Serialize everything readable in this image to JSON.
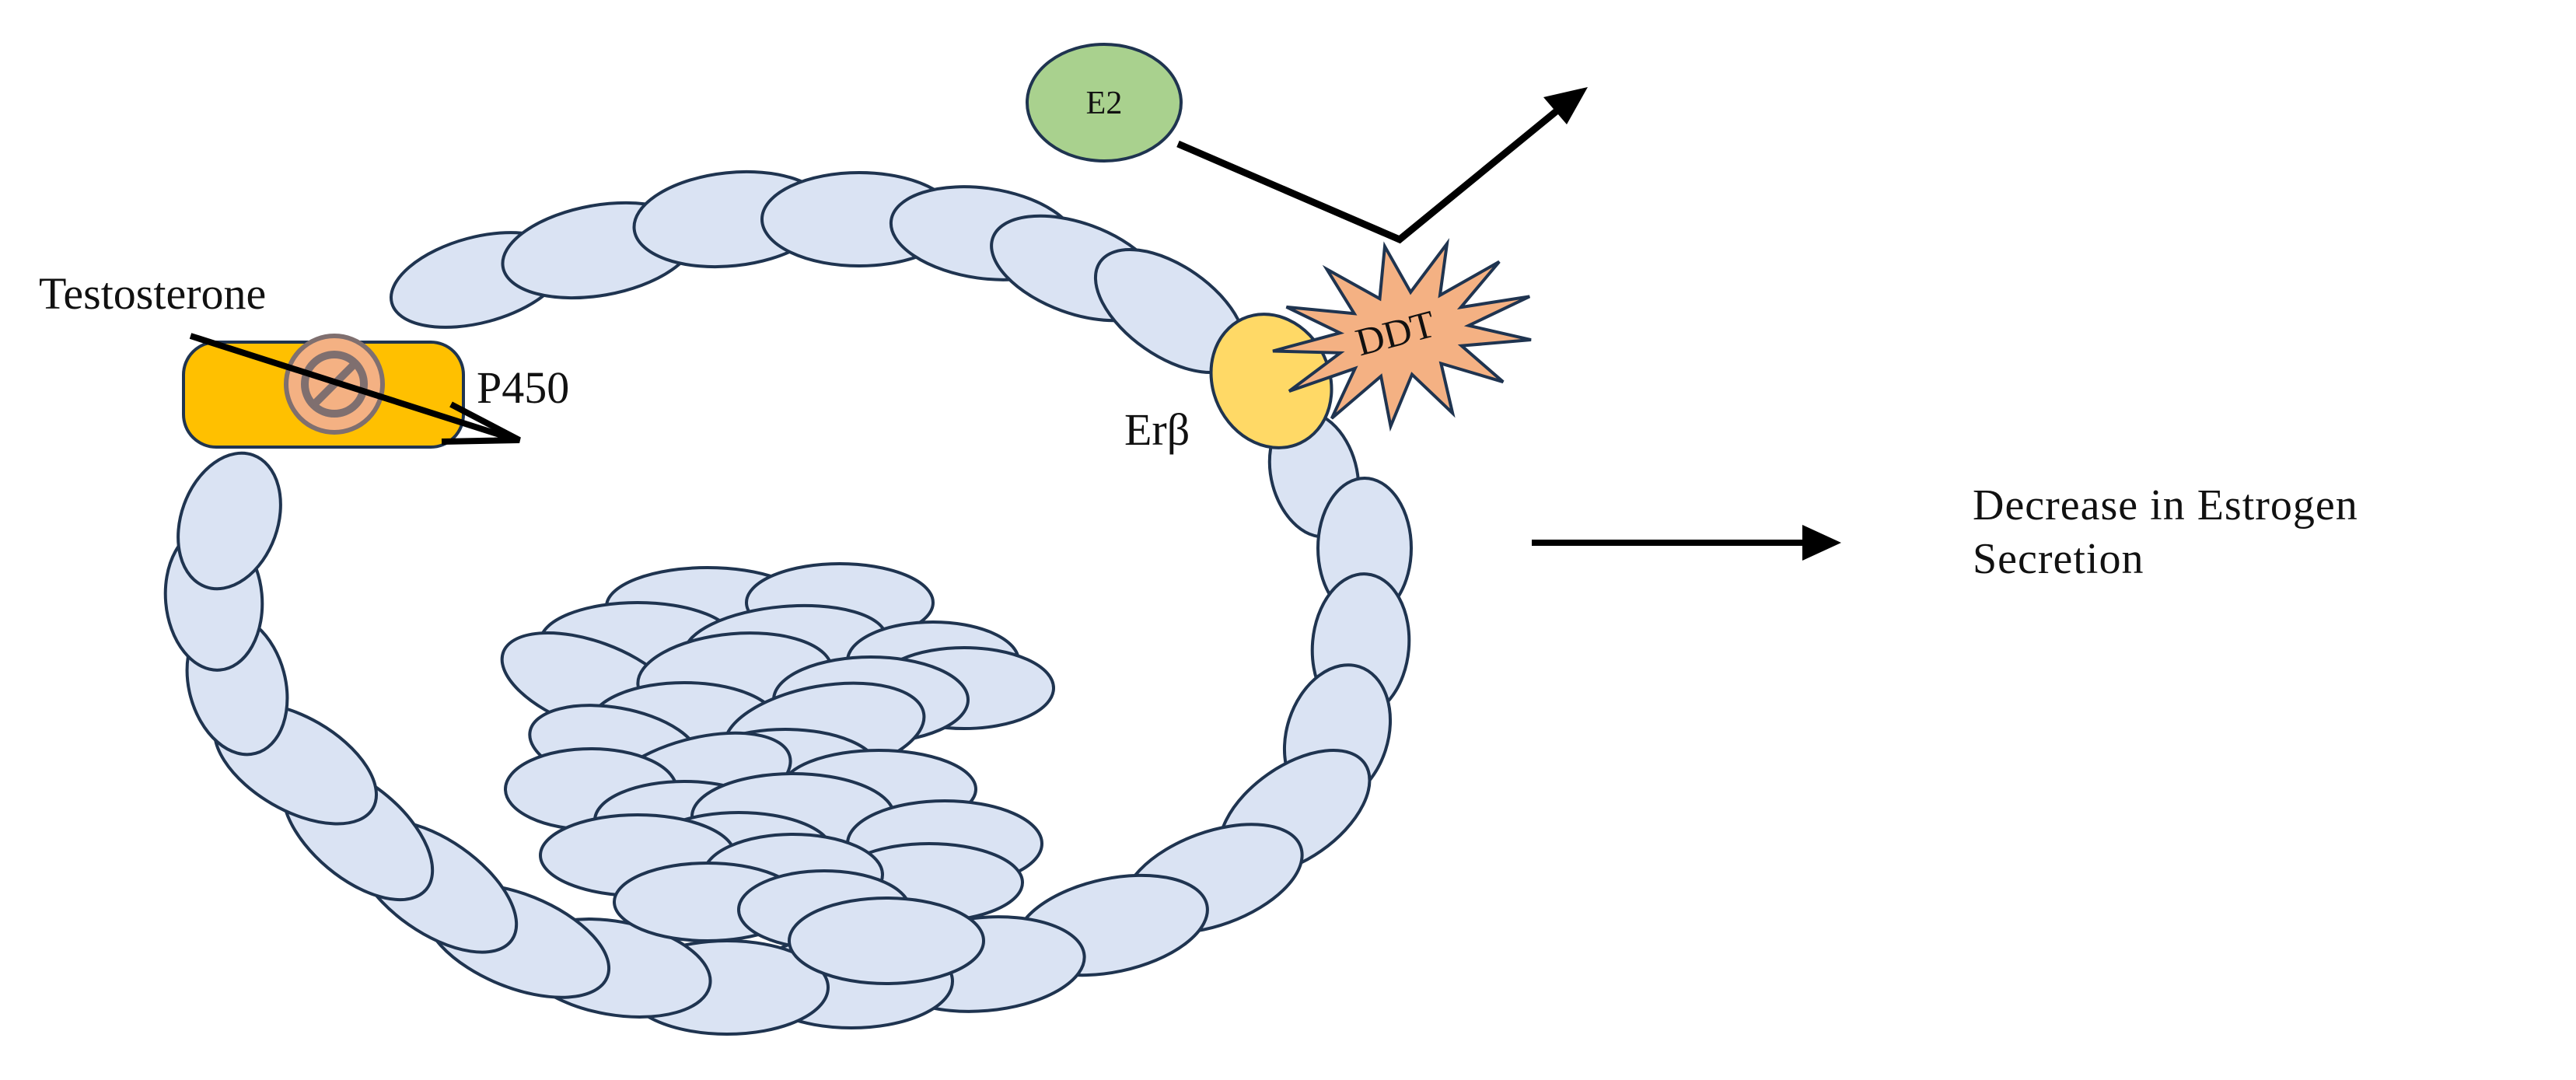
{
  "labels": {
    "testosterone": "Testosterone",
    "p450": "P450",
    "e2": "E2",
    "ddt": "DDT",
    "er_beta": "Erβ",
    "outcome_line1": "Decrease in Estrogen",
    "outcome_line2": "Secretion"
  },
  "colors": {
    "cell_fill": "#dae3f3",
    "cell_stroke": "#1f3450",
    "p450_fill": "#ffc000",
    "e2_fill": "#a9d18e",
    "ddt_fill": "#f4b183",
    "er_fill": "#ffd966",
    "inhibit_fill": "#f4b183",
    "arrow": "#000000"
  },
  "icons": {
    "inhibit": "prohibition-sign",
    "ddt_shape": "starburst"
  }
}
